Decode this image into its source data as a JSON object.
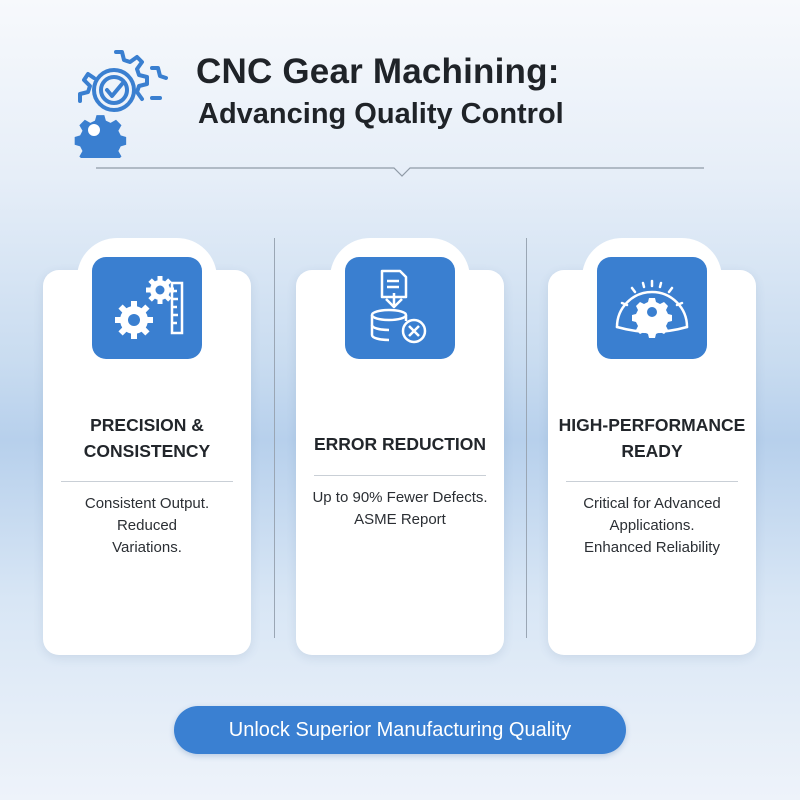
{
  "header": {
    "title_line1": "CNC Gear Machining:",
    "title_line2": "Advancing Quality Control"
  },
  "cards": [
    {
      "icon": "gears-ruler-icon",
      "title_line1": "PRECISION &",
      "title_line2": "CONSISTENCY",
      "body": [
        "Consistent Output.",
        "Reduced",
        "Variations."
      ]
    },
    {
      "icon": "database-error-icon",
      "title_line1": "ERROR REDUCTION",
      "title_line2": "",
      "body": [
        "Up to 90% Fewer Defects.",
        "ASME Report",
        ""
      ]
    },
    {
      "icon": "gauge-gear-icon",
      "title_line1": "HIGH-PERFORMANCE",
      "title_line2": "READY",
      "body": [
        "Critical for Advanced",
        "Applications.",
        "Enhanced Reliability"
      ]
    }
  ],
  "cta": {
    "label": "Unlock Superior Manufacturing Quality"
  },
  "colors": {
    "accent": "#3a7fd0",
    "text": "#1f2328",
    "card": "#ffffff"
  }
}
